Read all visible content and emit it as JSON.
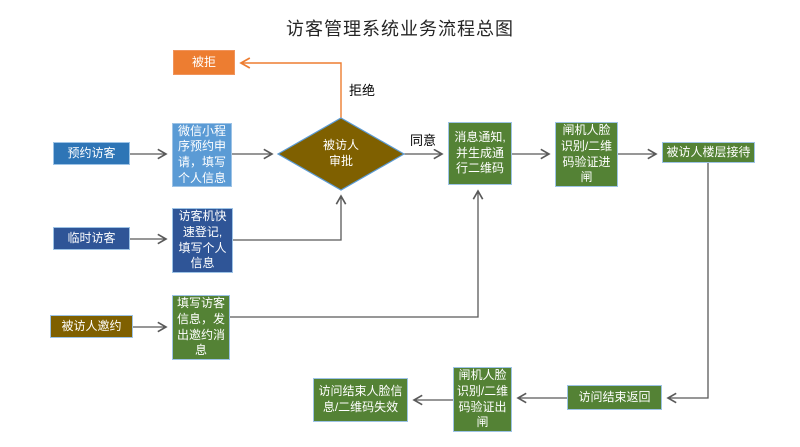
{
  "title": "访客管理系统业务流程总图",
  "colors": {
    "orange": "#ED7D31",
    "blue_light": "#5B9BD5",
    "blue_mid": "#2E75B6",
    "navy": "#2F5597",
    "olive": "#7F6000",
    "green": "#548235",
    "connector_gray": "#595959"
  },
  "nodes": {
    "rejected": {
      "label": "被拒"
    },
    "appointment": {
      "label": "预约访客"
    },
    "wechat": {
      "label": "微信小程\n序预约申\n请，填写\n个人信息"
    },
    "temporary": {
      "label": "临时访客"
    },
    "kiosk": {
      "label": "访客机快\n速登记,\n填写个人\n信息"
    },
    "invitee": {
      "label": "被访人邀约"
    },
    "fill_info": {
      "label": "填写访客\n信息，发\n出邀约消\n息"
    },
    "approval": {
      "label": "被访人\n审批"
    },
    "notify": {
      "label": "消息通知,\n并生成通\n行二维码"
    },
    "gate_in": {
      "label": "闸机人脸\n识别/二维\n码验证进\n闸"
    },
    "floor": {
      "label": "被访人楼层接待"
    },
    "return": {
      "label": "访问结束返回"
    },
    "gate_out": {
      "label": "闸机人脸\n识别/二维\n码验证出\n闸"
    },
    "invalidate": {
      "label": "访问结束人脸信\n息/二维码失效"
    }
  },
  "edge_labels": {
    "agree": "同意",
    "reject": "拒绝"
  }
}
